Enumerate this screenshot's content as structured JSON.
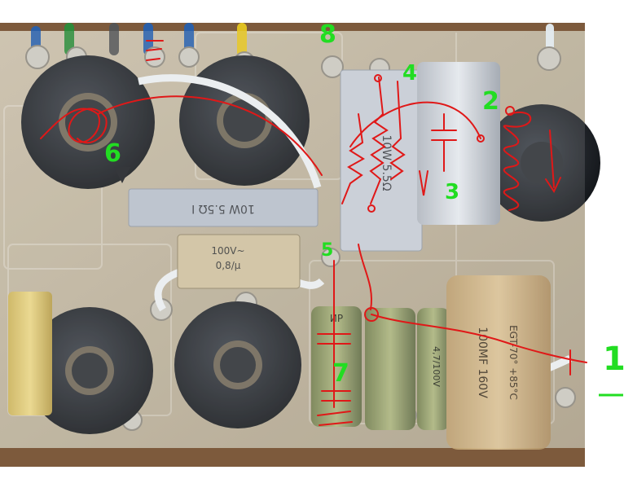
{
  "annotations": {
    "label_8": "8",
    "label_4": "4",
    "label_2": "2",
    "label_3": "3",
    "label_6": "6",
    "label_5": "5",
    "label_7": "7",
    "label_1": "1"
  },
  "component_text": {
    "resistor_top": "10W 5.5Ω",
    "resistor_mid": "10W 5.5Ω I",
    "capacitor_small_line1": "100V~",
    "capacitor_small_line2": "0,8/μ",
    "capacitor_big": "100MF 160V",
    "capacitor_big_code": "EGT-70° +85°C",
    "elko_1": "ИР",
    "elko_2": "4,7/100V"
  },
  "colors": {
    "annotation_red": "#e01818",
    "annotation_green": "#22dd22",
    "board": "#b9ad95",
    "core": "#1c1f24"
  }
}
